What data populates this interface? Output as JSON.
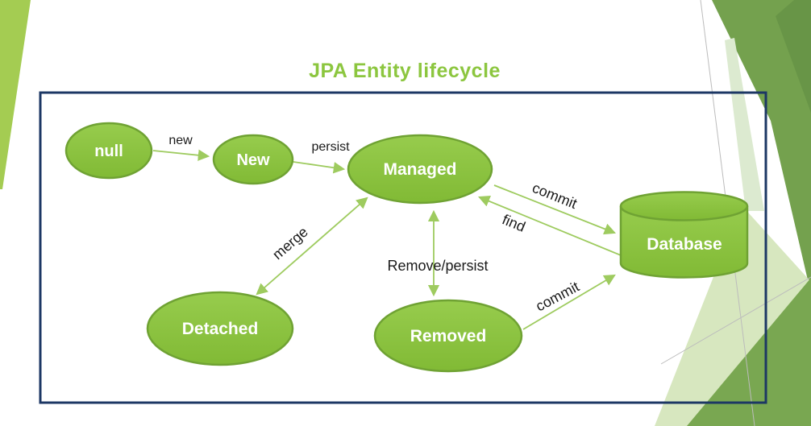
{
  "slide": {
    "title": "JPA Entity lifecycle"
  },
  "diagram": {
    "states": [
      {
        "id": "null",
        "label": "null"
      },
      {
        "id": "new",
        "label": "New"
      },
      {
        "id": "managed",
        "label": "Managed"
      },
      {
        "id": "detached",
        "label": "Detached"
      },
      {
        "id": "removed",
        "label": "Removed"
      }
    ],
    "database": {
      "label": "Database"
    },
    "transitions": [
      {
        "label": "new",
        "from": "null",
        "to": "New",
        "bidirectional": false
      },
      {
        "label": "persist",
        "from": "New",
        "to": "Managed",
        "bidirectional": false
      },
      {
        "label": "commit",
        "from": "Managed",
        "to": "Database",
        "bidirectional": false
      },
      {
        "label": "find",
        "from": "Database",
        "to": "Managed",
        "bidirectional": false
      },
      {
        "label": "merge",
        "from": "Managed",
        "to": "Detached",
        "bidirectional": true
      },
      {
        "label": "Remove/persist",
        "from": "Managed",
        "to": "Removed",
        "bidirectional": true
      },
      {
        "label": "commit",
        "from": "Removed",
        "to": "Database",
        "bidirectional": false
      }
    ],
    "colors": {
      "state_fill": "#8cc63f",
      "state_border": "#6fa233",
      "arrow": "#9ecb5f",
      "frame_border": "#1c3764",
      "title_text": "#8cc63f",
      "state_text": "#ffffff",
      "label_text": "#1a1a1a",
      "accent_left_green": "#a4cc52",
      "accent_olive_green": "#74a14e",
      "accent_pale_green": "#dcead0"
    }
  }
}
